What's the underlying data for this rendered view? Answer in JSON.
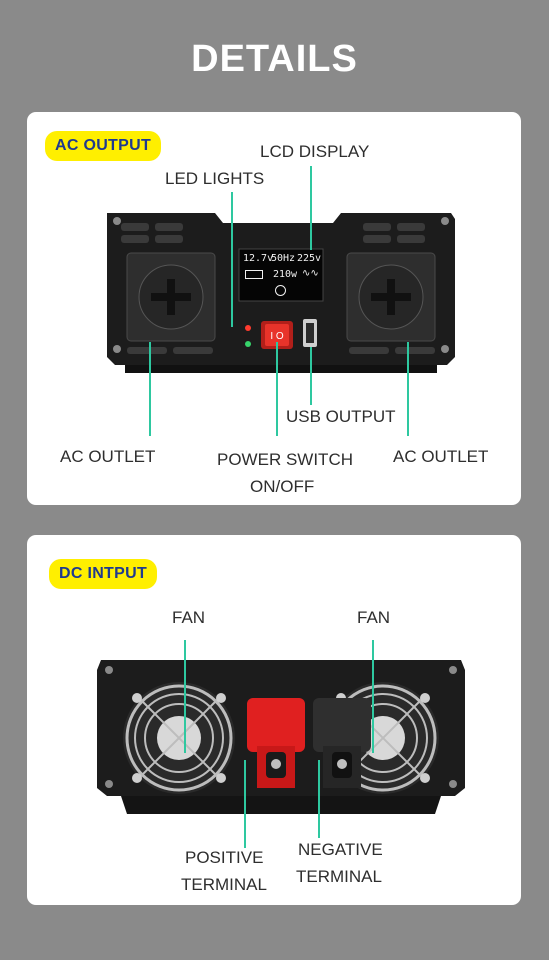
{
  "title": "DETAILS",
  "ac_panel": {
    "badge": "AC OUTPUT",
    "labels": {
      "lcd_display": "LCD DISPLAY",
      "led_lights": "LED LIGHTS",
      "usb_output": "USB OUTPUT",
      "ac_outlet_left": "AC OUTLET",
      "ac_outlet_right": "AC OUTLET",
      "power_switch_line1": "POWER SWITCH",
      "power_switch_line2": "ON/OFF"
    },
    "lcd": {
      "voltage_in": "12.7v",
      "frequency": "50Hz",
      "voltage_out": "225v",
      "power": "210w"
    }
  },
  "dc_panel": {
    "badge": "DC INTPUT",
    "labels": {
      "fan_left": "FAN",
      "fan_right": "FAN",
      "positive_line1": "POSITIVE",
      "positive_line2": "TERMINAL",
      "negative_line1": "NEGATIVE",
      "negative_line2": "TERMINAL"
    }
  },
  "colors": {
    "background": "#8a8a8a",
    "badge": "#ffef00",
    "badge_text": "#1f3a8f",
    "leader_line": "#2ec8a0",
    "positive_terminal": "#e02020",
    "power_switch": "#e8332a"
  }
}
